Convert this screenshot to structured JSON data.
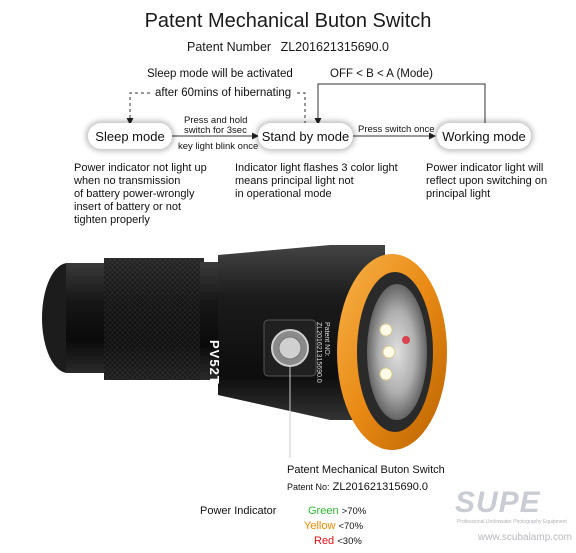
{
  "header": {
    "title": "Patent Mechanical Buton Switch",
    "patent_label": "Patent Number",
    "patent_number": "ZL201621315690.0"
  },
  "diagram": {
    "sleep_note_top": "Sleep mode will be activated",
    "sleep_note_bottom": "after 60mins of hibernating",
    "off_cycle": "OFF < B < A (Mode)",
    "nodes": {
      "sleep": "Sleep mode",
      "standby": "Stand by mode",
      "working": "Working mode"
    },
    "arrow1_top": "Press and hold",
    "arrow1_mid": "switch for 3sec",
    "arrow1_bottom": "key light blink once",
    "arrow2_label": "Press switch once",
    "desc_sleep": [
      "Power indicator not light up",
      "when no transmission",
      "of battery power-wrongly",
      "insert of battery or not",
      "tighten properly"
    ],
    "desc_standby": [
      "Indicator light flashes 3 color light",
      "means principal light not",
      "in operational mode"
    ],
    "desc_working": [
      "Power indicator light will",
      "reflect upon switching on",
      "principal light"
    ]
  },
  "product": {
    "model_mark": "PV52T",
    "body_patent_text": "Patent NO:",
    "body_patent_number": "ZL201621315690.0",
    "callout_title": "Patent Mechanical Buton Switch",
    "callout_label": "Patent No:",
    "callout_number": "ZL201621315690.0"
  },
  "indicator": {
    "label": "Power Indicator",
    "items": [
      {
        "name": "Green",
        "value": ">70%",
        "color": "#2eb82e"
      },
      {
        "name": "Yellow",
        "value": "<70%",
        "color": "#f08a00"
      },
      {
        "name": "Red",
        "value": "<30%",
        "color": "#e01010"
      }
    ]
  },
  "watermark": {
    "logo": "SUPE",
    "tagline": "Professional Underwater Photography Equipment",
    "url": "www.scubalamp.com"
  },
  "colors": {
    "accent_orange": "#e98a14",
    "body_black": "#141414"
  }
}
